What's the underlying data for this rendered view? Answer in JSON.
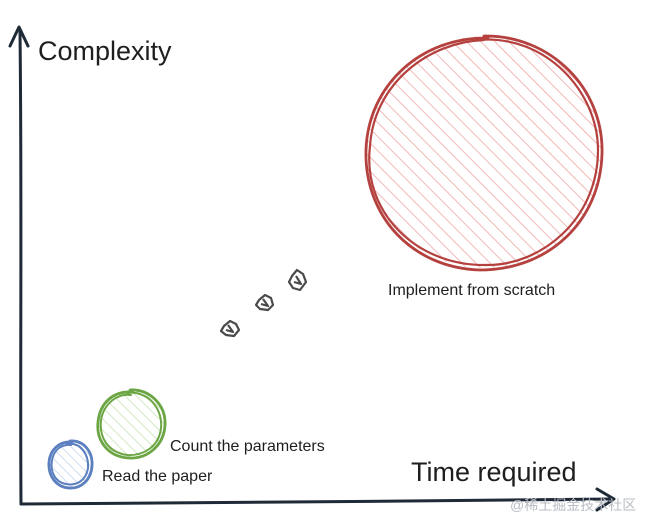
{
  "axes": {
    "y_title": "Complexity",
    "x_title": "Time required",
    "stroke_color": "#1e2a36"
  },
  "bubbles": [
    {
      "label": "Implement from scratch",
      "stroke_color": "#b5413f",
      "fill_color": "#f2b8b8"
    },
    {
      "label": "Count the parameters",
      "stroke_color": "#6ba544",
      "fill_color": "#c6e3b5"
    },
    {
      "label": "Read the paper",
      "stroke_color": "#5b7fbf",
      "fill_color": "#c2d3ee"
    }
  ],
  "ellipsis": {
    "dot_count": 3,
    "color": "#4a4a4a"
  },
  "watermark": "@稀土掘金技术社区"
}
